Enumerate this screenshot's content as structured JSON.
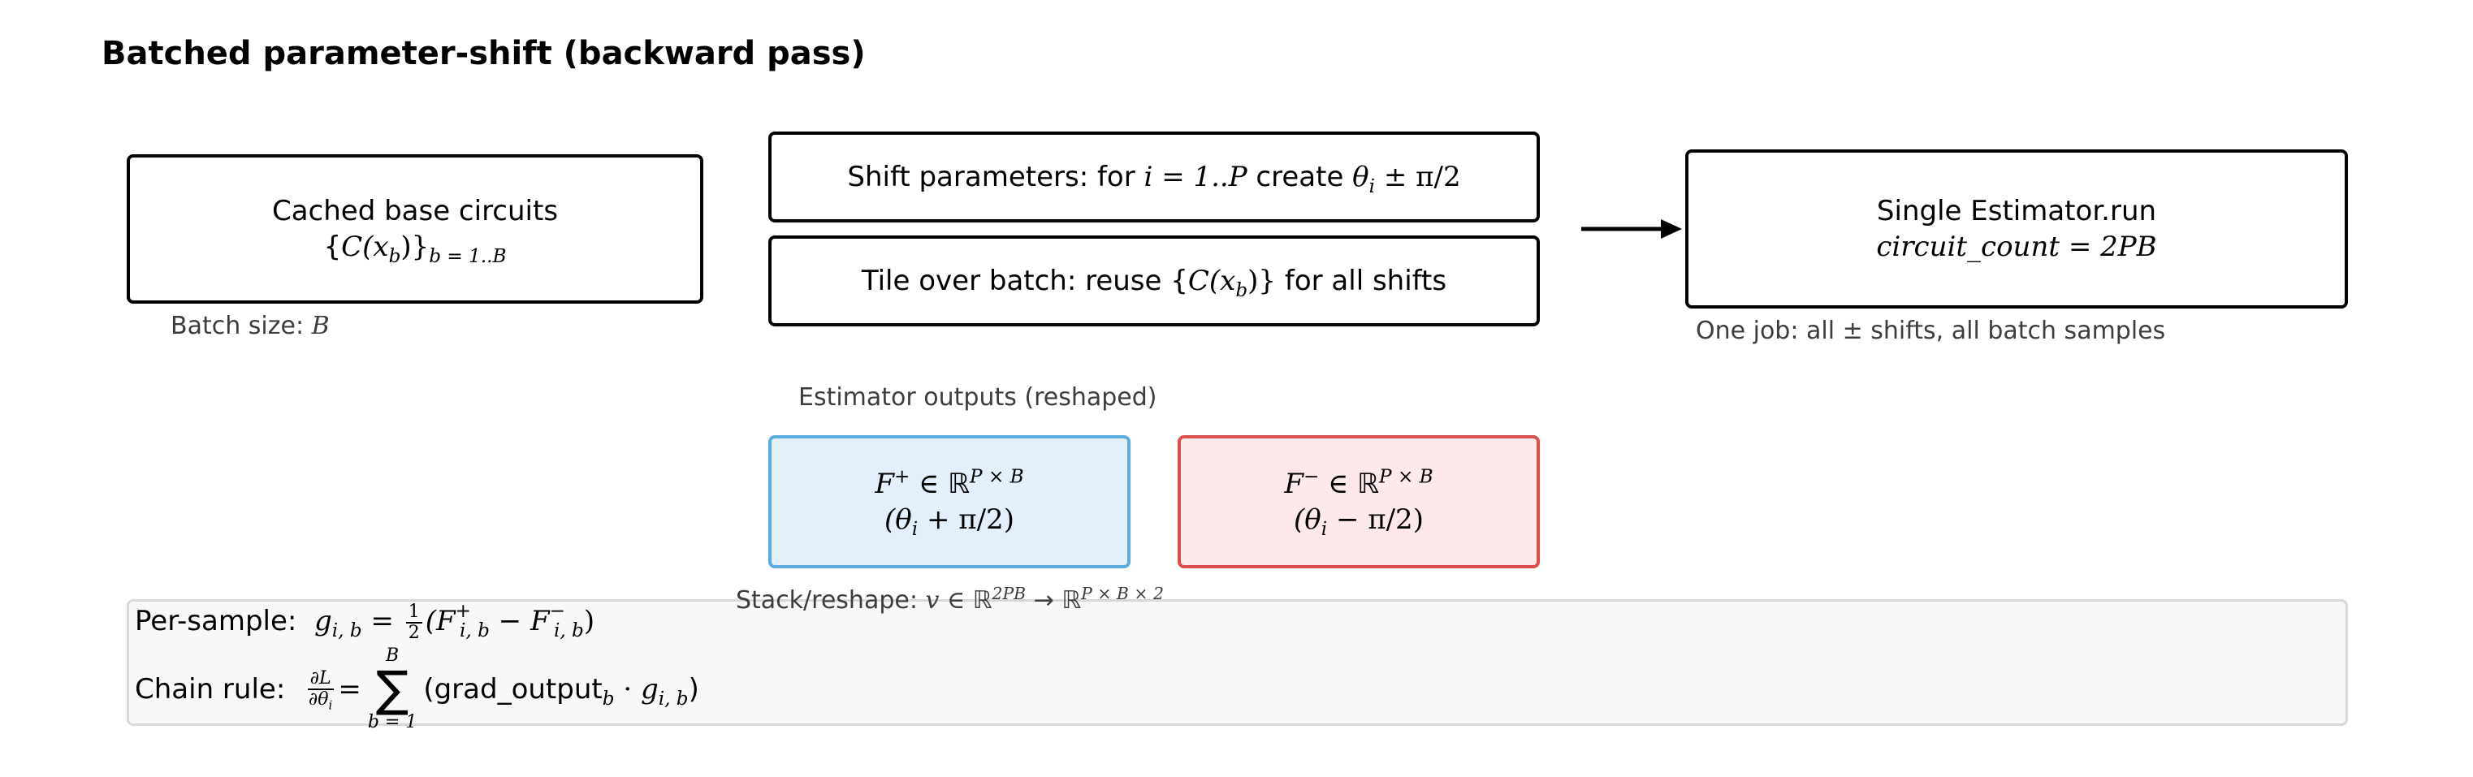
{
  "title": "Batched parameter-shift (backward pass)",
  "cached": {
    "title": "Cached base circuits",
    "set_open": "{",
    "set_var": "C(x",
    "set_sub": "b",
    "set_close": ")}",
    "set_range": "b = 1..B",
    "caption_prefix": "Batch size: ",
    "caption_var": "B"
  },
  "shift": {
    "prefix": "Shift parameters: for ",
    "range": "i = 1..P",
    "middle": " create ",
    "theta": "θ",
    "theta_sub": "i",
    "suffix": " ± π/2"
  },
  "tile": {
    "prefix": "Tile over batch: reuse {",
    "var": "C(x",
    "var_sub": "b",
    "var_close": ")}",
    "suffix": " for all shifts"
  },
  "estimator": {
    "title": "Single Estimator.run",
    "formula": "circuit_count = 2PB",
    "caption": "One job: all ± shifts, all batch samples"
  },
  "outputs": {
    "label": "Estimator outputs (reshaped)",
    "plus": {
      "sym": "F",
      "sup": "+",
      "in": " ∈ ",
      "space": "ℝ",
      "dim": "P × B",
      "shift": "(θ",
      "shift_sub": "i",
      "shift_rest": " + π/2)"
    },
    "minus": {
      "sym": "F",
      "sup": "−",
      "in": " ∈ ",
      "space": "ℝ",
      "dim": "P × B",
      "shift": "(θ",
      "shift_sub": "i",
      "shift_rest": " − π/2)"
    },
    "reshape_prefix": "Stack/reshape: ",
    "reshape_v": "v ∈ ",
    "reshape_space": "ℝ",
    "reshape_dim1": "2PB",
    "reshape_arrow": " → ",
    "reshape_dim2": "P × B × 2"
  },
  "formulas": {
    "per_sample_label": "Per-sample:",
    "g": "g",
    "g_sub": "i, b",
    "eq": " = ",
    "half_num": "1",
    "half_den": "2",
    "fplus_open": "(F",
    "fplus_sup": "+",
    "fplus_sub": "i, b",
    "minus_op": " − ",
    "fminus": "F",
    "fminus_sup": "−",
    "fminus_sub": "i, b",
    "close": ")",
    "chain_label": "Chain rule:",
    "dL": "∂L",
    "dtheta": "∂θ",
    "dtheta_sub": "i",
    "sum_upper": "B",
    "sum_sigma": "∑",
    "sum_lower": "b = 1",
    "grad_open": "(grad_output",
    "grad_sub": "b",
    "dot": " · ",
    "g2": "g",
    "g2_sub": "i, b",
    "grad_close": ")"
  },
  "colors": {
    "plus_fill": "#e3f0fb",
    "plus_border": "#5aace0",
    "minus_fill": "#fde8ec",
    "minus_border": "#de4d4d",
    "summary_fill": "#f8f8f8",
    "summary_border": "#d8d8d8",
    "caption": "#3d3d3d"
  }
}
